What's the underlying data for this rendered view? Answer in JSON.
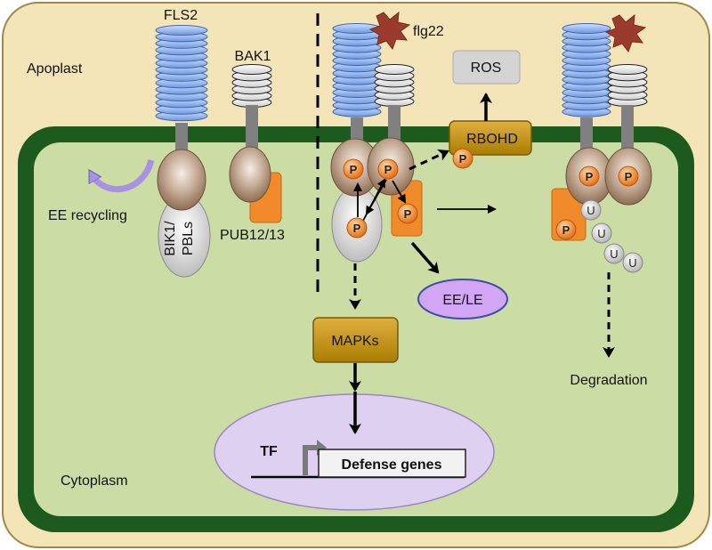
{
  "labels": {
    "apoplast": "Apoplast",
    "cytoplasm": "Cytoplasm",
    "fls2": "FLS2",
    "bak1": "BAK1",
    "flg22": "flg22",
    "ros": "ROS",
    "rbohd": "RBOHD",
    "ee_recycling": "EE recycling",
    "bik1_line1": "BIK1/",
    "bik1_line2": "PBLs",
    "pub": "PUB12/13",
    "ee_le": "EE/LE",
    "mapks": "MAPKs",
    "tf": "TF",
    "defense_genes": "Defense genes",
    "degradation": "Degradation",
    "phospho": "P",
    "ubiquitin": "U"
  },
  "colors": {
    "apoplast_fill": "#f3e5b8",
    "apoplast_stroke": "#a3864a",
    "membrane": "#1d5a1d",
    "cytoplasm_fill": "#cbdca4",
    "lrr_blue": "#7fa6e6",
    "lrr_gray": "#d9d9d9",
    "receptor_brown": "#b0927a",
    "pub_orange": "#f08a2a",
    "phospho_orange": "#f39a2e",
    "rbohd_gold": "#c9950a",
    "ros_gray": "#d4d4d4",
    "eele_purple": "#d2a5f5",
    "nucleus_purple": "#ddd0f0",
    "flg22_red": "#9b3b2c",
    "recycle_arrow": "#a992e6"
  }
}
